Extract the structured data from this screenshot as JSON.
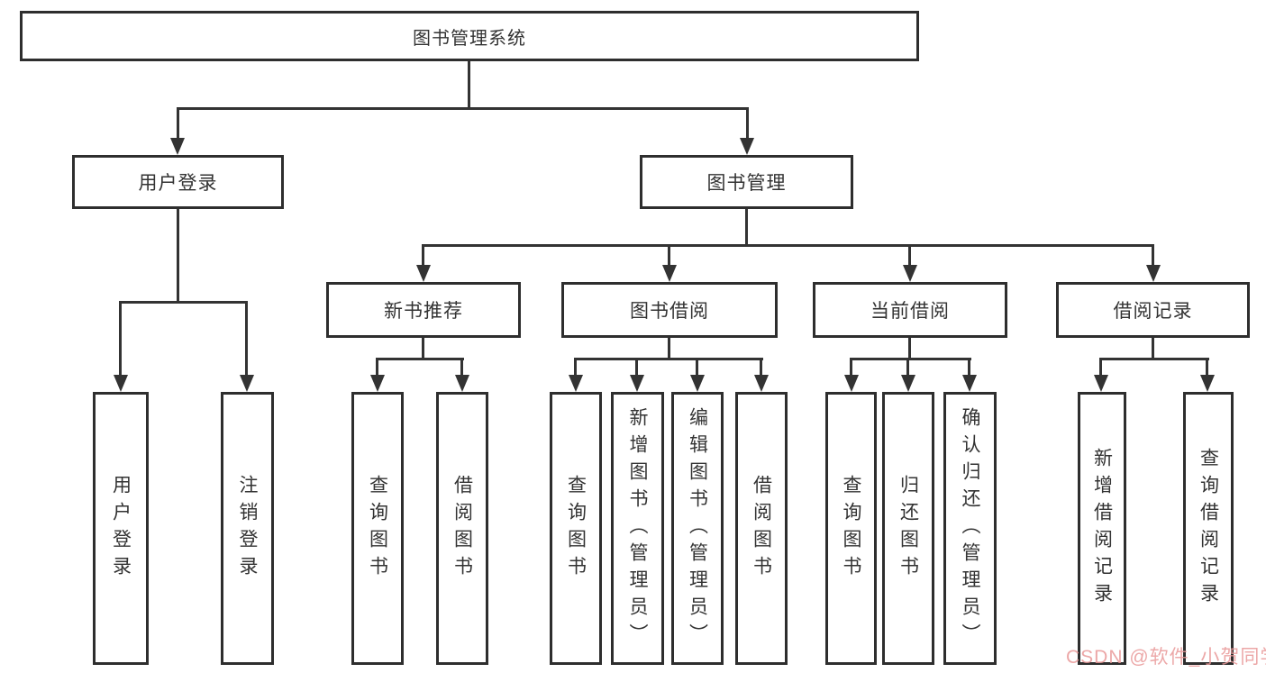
{
  "diagram": {
    "tree": {
      "root": {
        "label": "图书管理系统"
      },
      "branches": [
        {
          "label": "用户登录",
          "children": [
            {
              "label": "用户登录"
            },
            {
              "label": "注销登录"
            }
          ]
        },
        {
          "label": "图书管理",
          "children": [
            {
              "label": "新书推荐",
              "children": [
                {
                  "label": "查询图书"
                },
                {
                  "label": "借阅图书"
                }
              ]
            },
            {
              "label": "图书借阅",
              "children": [
                {
                  "label": "查询图书"
                },
                {
                  "label": "新增图书（管理员）"
                },
                {
                  "label": "编辑图书（管理员）"
                },
                {
                  "label": "借阅图书"
                }
              ]
            },
            {
              "label": "当前借阅",
              "children": [
                {
                  "label": "查询图书"
                },
                {
                  "label": "归还图书"
                },
                {
                  "label": "确认归还（管理员）"
                }
              ]
            },
            {
              "label": "借阅记录",
              "children": [
                {
                  "label": "新增借阅记录"
                },
                {
                  "label": "查询借阅记录"
                }
              ]
            }
          ]
        }
      ]
    },
    "watermark": "CSDN @软件_小贺同学",
    "colors": {
      "line": "#333333",
      "text": "#333333",
      "box_border": "#2e2e2e",
      "background": "#ffffff",
      "watermark": "#e99898"
    }
  }
}
